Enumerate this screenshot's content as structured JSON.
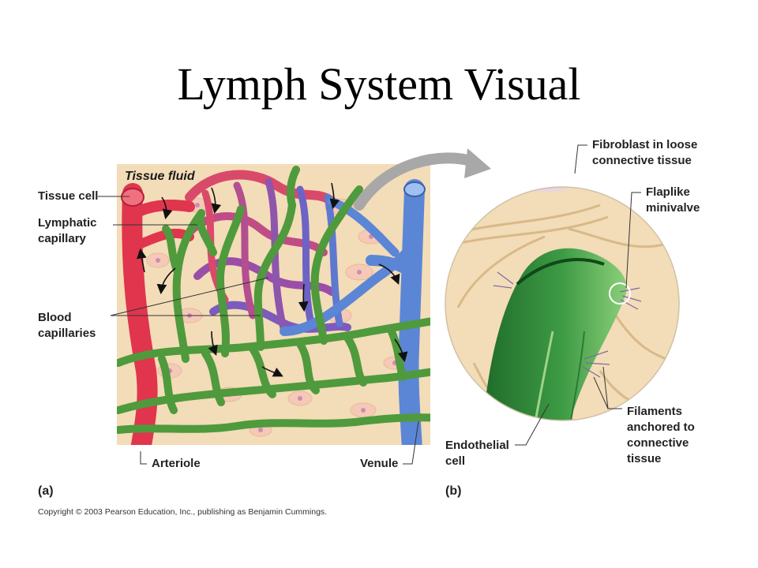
{
  "title": "Lymph System Visual",
  "labels": {
    "tissue_fluid": "Tissue fluid",
    "tissue_cell": "Tissue cell",
    "lymphatic_capillary": "Lymphatic\ncapillary",
    "blood_capillaries": "Blood\ncapillaries",
    "arteriole": "Arteriole",
    "venule": "Venule",
    "panel_a": "(a)",
    "fibroblast": "Fibroblast in loose\nconnective tissue",
    "flaplike_minivalve": "Flaplike\nminivalve",
    "filaments": "Filaments\nanchored to\nconnective\ntissue",
    "endothelial_cell": "Endothelial\ncell",
    "panel_b": "(b)"
  },
  "copyright": "Copyright © 2003 Pearson Education, Inc., publishing as Benjamin Cummings.",
  "colors": {
    "tissue_bg": "#f3dcb8",
    "arteriole": "#e0354d",
    "venule": "#5b86d6",
    "lymphatic": "#4f9a3c",
    "capillary_mix": "#8a4fa8",
    "arrow_gray": "#a8a8a8"
  }
}
